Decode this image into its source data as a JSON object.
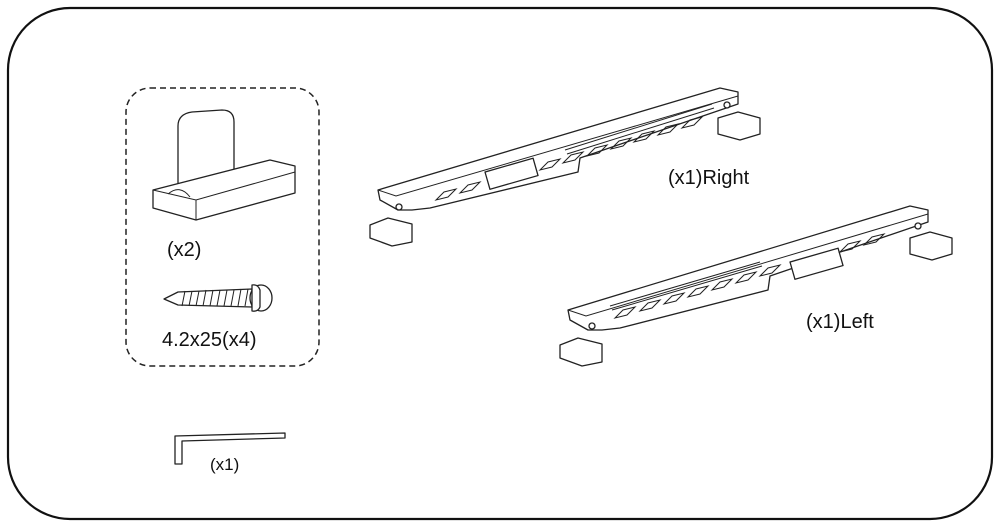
{
  "parts": {
    "stopper": {
      "qty": "(x2)"
    },
    "screw": {
      "spec": "4.2x25(x4)"
    },
    "right_rail": {
      "label": "(x1)Right"
    },
    "left_rail": {
      "label": "(x1)Left"
    },
    "hex_key": {
      "qty": "(x1)"
    }
  },
  "colors": {
    "line": "#222222",
    "background": "#ffffff"
  }
}
